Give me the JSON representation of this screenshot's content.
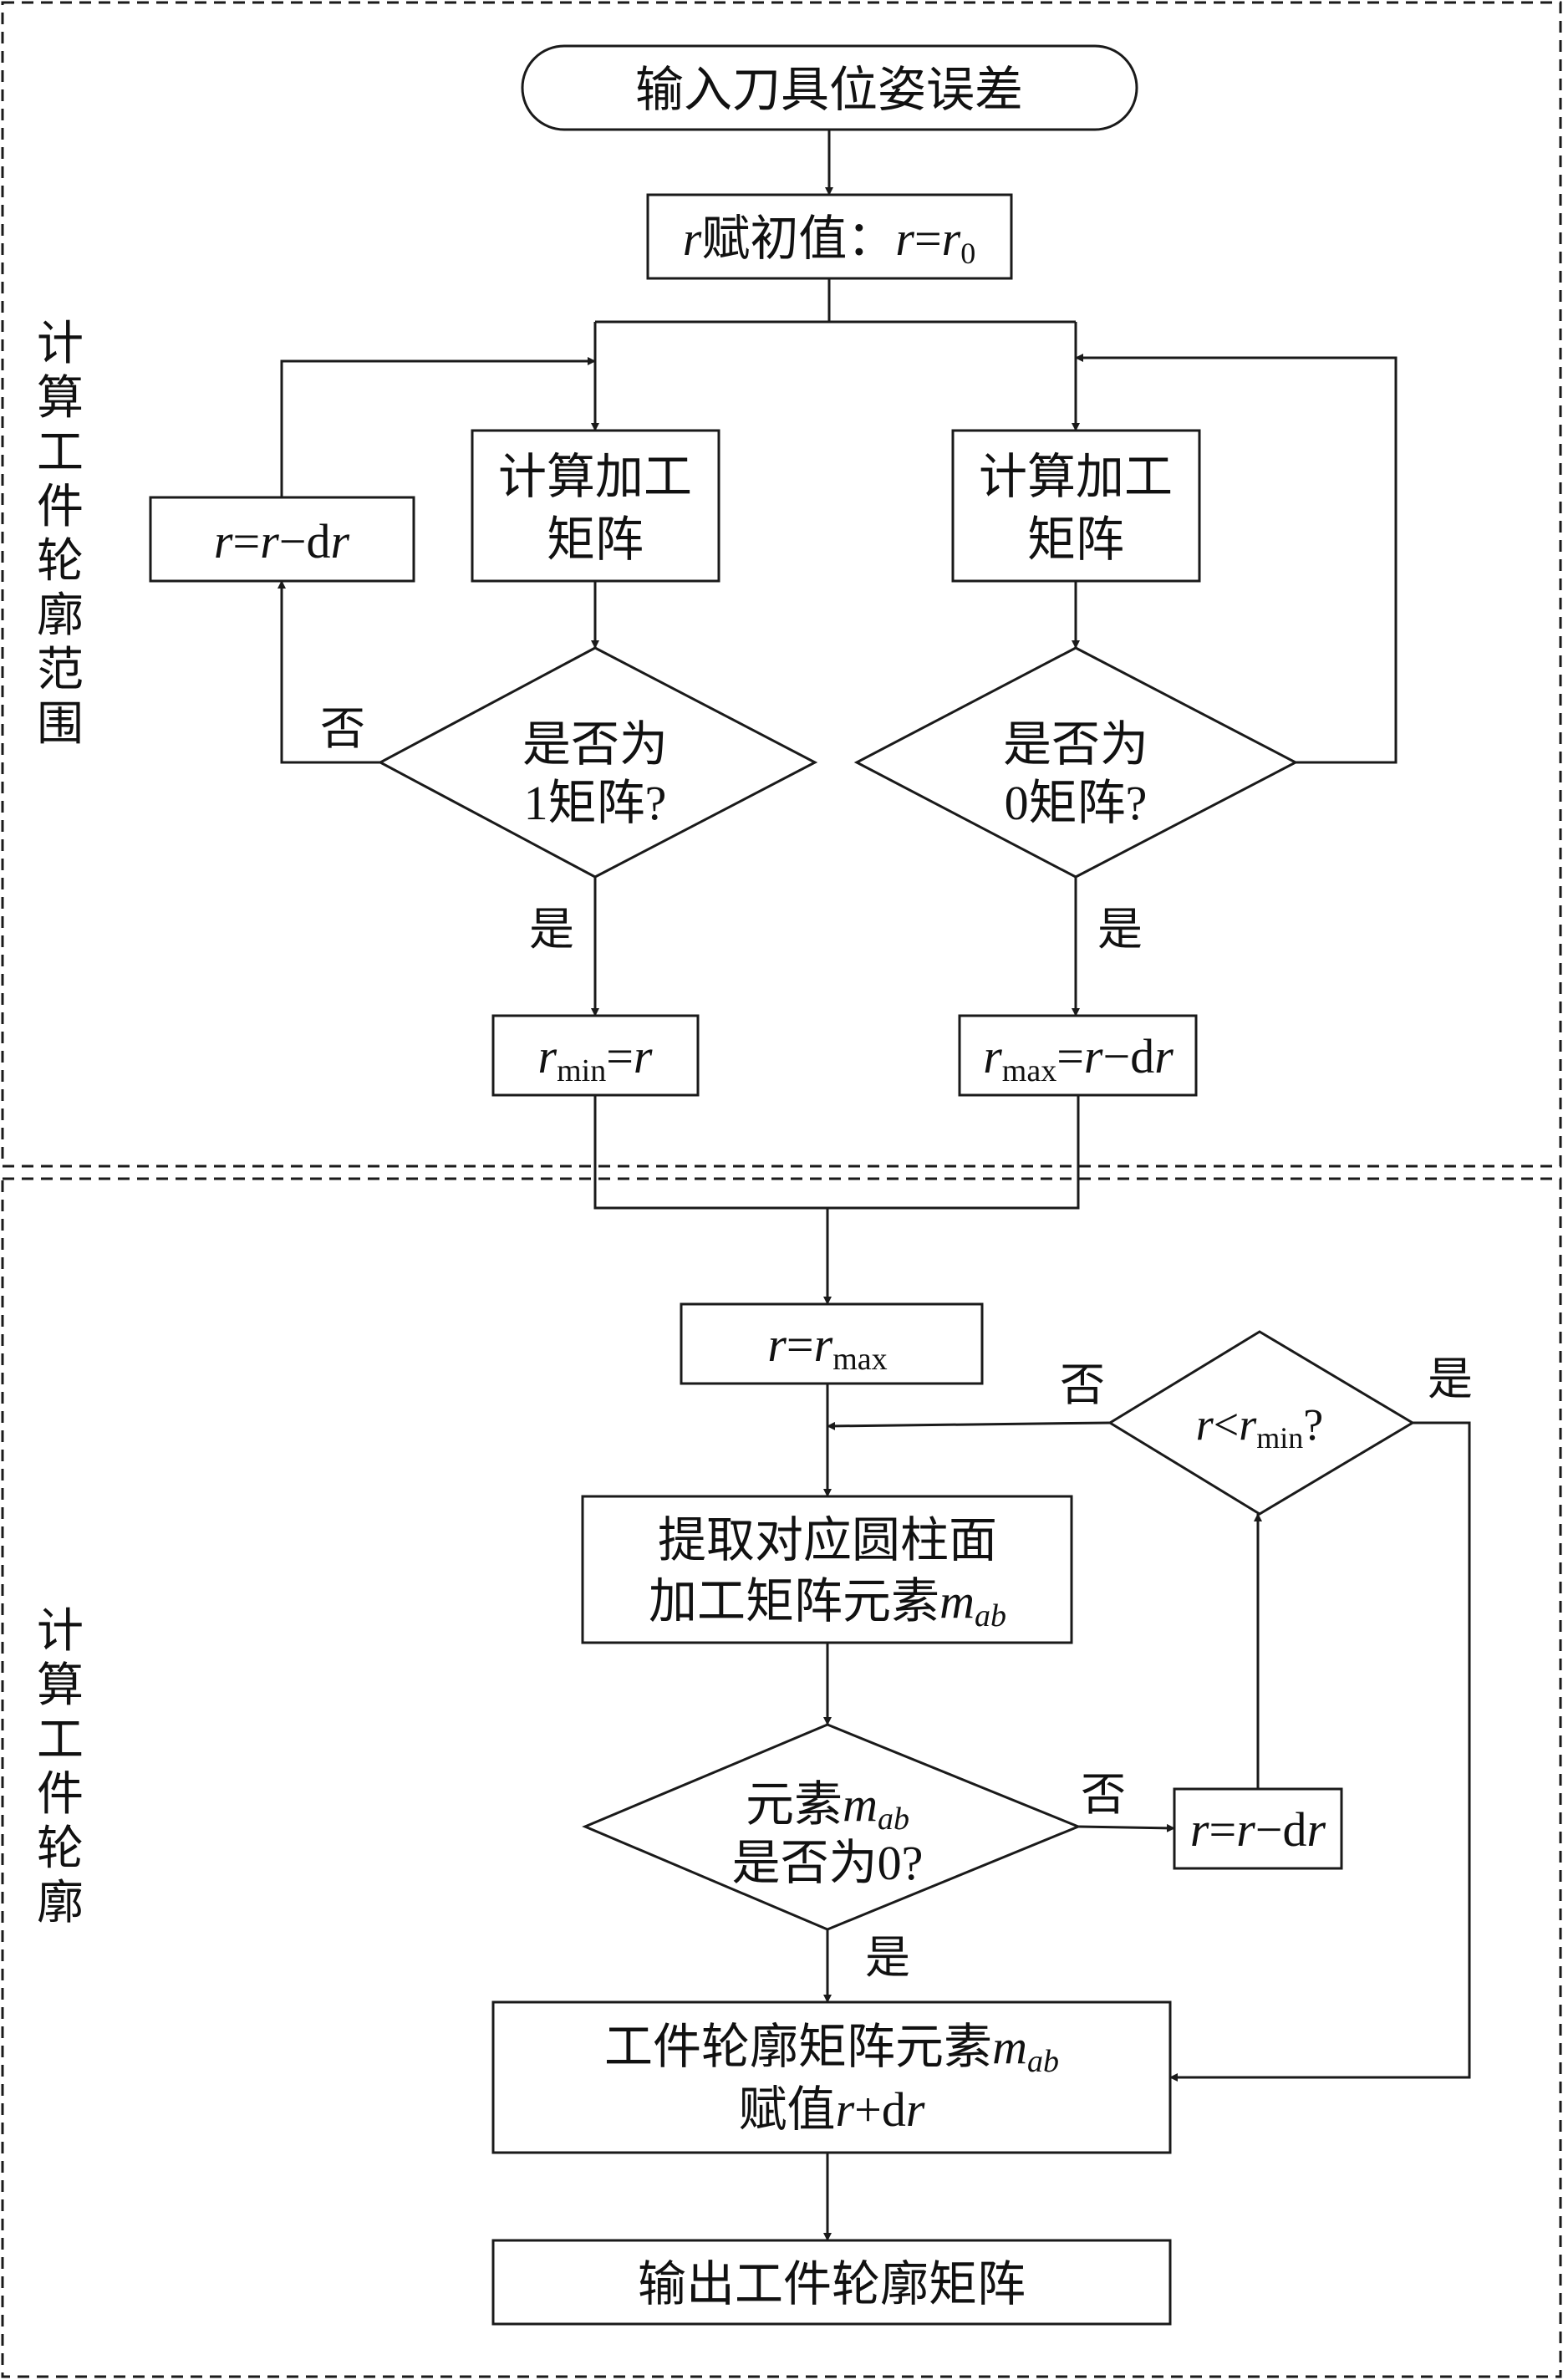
{
  "sections": {
    "top": "计算工件轮廓范围",
    "bottom": "计算工件轮廓"
  },
  "nodes": {
    "start": "输入刀具位姿误差",
    "init": {
      "pre": "r",
      "mid": "赋初值：",
      "lhs": "r",
      "eq": "=",
      "rhs": "r",
      "sub": "0"
    },
    "compute_left": [
      "计算加工",
      "矩阵"
    ],
    "compute_right": [
      "计算加工",
      "矩阵"
    ],
    "update_left": {
      "a": "r",
      "eq": "=",
      "b": "r",
      "minus": "−d",
      "c": "r"
    },
    "decision_left": [
      "是否为",
      "1矩阵?"
    ],
    "decision_right": [
      "是否为",
      "0矩阵?"
    ],
    "rmin_assign": {
      "a": "r",
      "sub": "min",
      "eq": "=",
      "b": "r"
    },
    "rmax_assign": {
      "a": "r",
      "sub": "max",
      "eq": "=",
      "b": "r",
      "minus": "−d",
      "c": "r"
    },
    "set_r": {
      "a": "r",
      "eq": "=",
      "b": "r",
      "sub": "max"
    },
    "cond_rmin": {
      "a": "r",
      "lt": "<",
      "b": "r",
      "sub": "min",
      "q": "?"
    },
    "extract": {
      "line1": "提取对应圆柱面",
      "line2": "加工矩阵元素",
      "m": "m",
      "sub": "ab"
    },
    "element_zero": {
      "line1": "元素",
      "m": "m",
      "sub": "ab",
      "line2": "是否为0?"
    },
    "update_bottom": {
      "a": "r",
      "eq": "=",
      "b": "r",
      "minus": "−d",
      "c": "r"
    },
    "assign": {
      "line1": "工件轮廓矩阵元素",
      "m": "m",
      "sub": "ab",
      "line2": "赋值",
      "r1": "r",
      "plus": "+d",
      "r2": "r"
    },
    "output": "输出工件轮廓矩阵"
  },
  "edge_labels": {
    "left_no": "否",
    "left_yes": "是",
    "right_yes": "是",
    "rmin_no": "否",
    "rmin_yes": "是",
    "zero_no": "否",
    "zero_yes": "是"
  }
}
